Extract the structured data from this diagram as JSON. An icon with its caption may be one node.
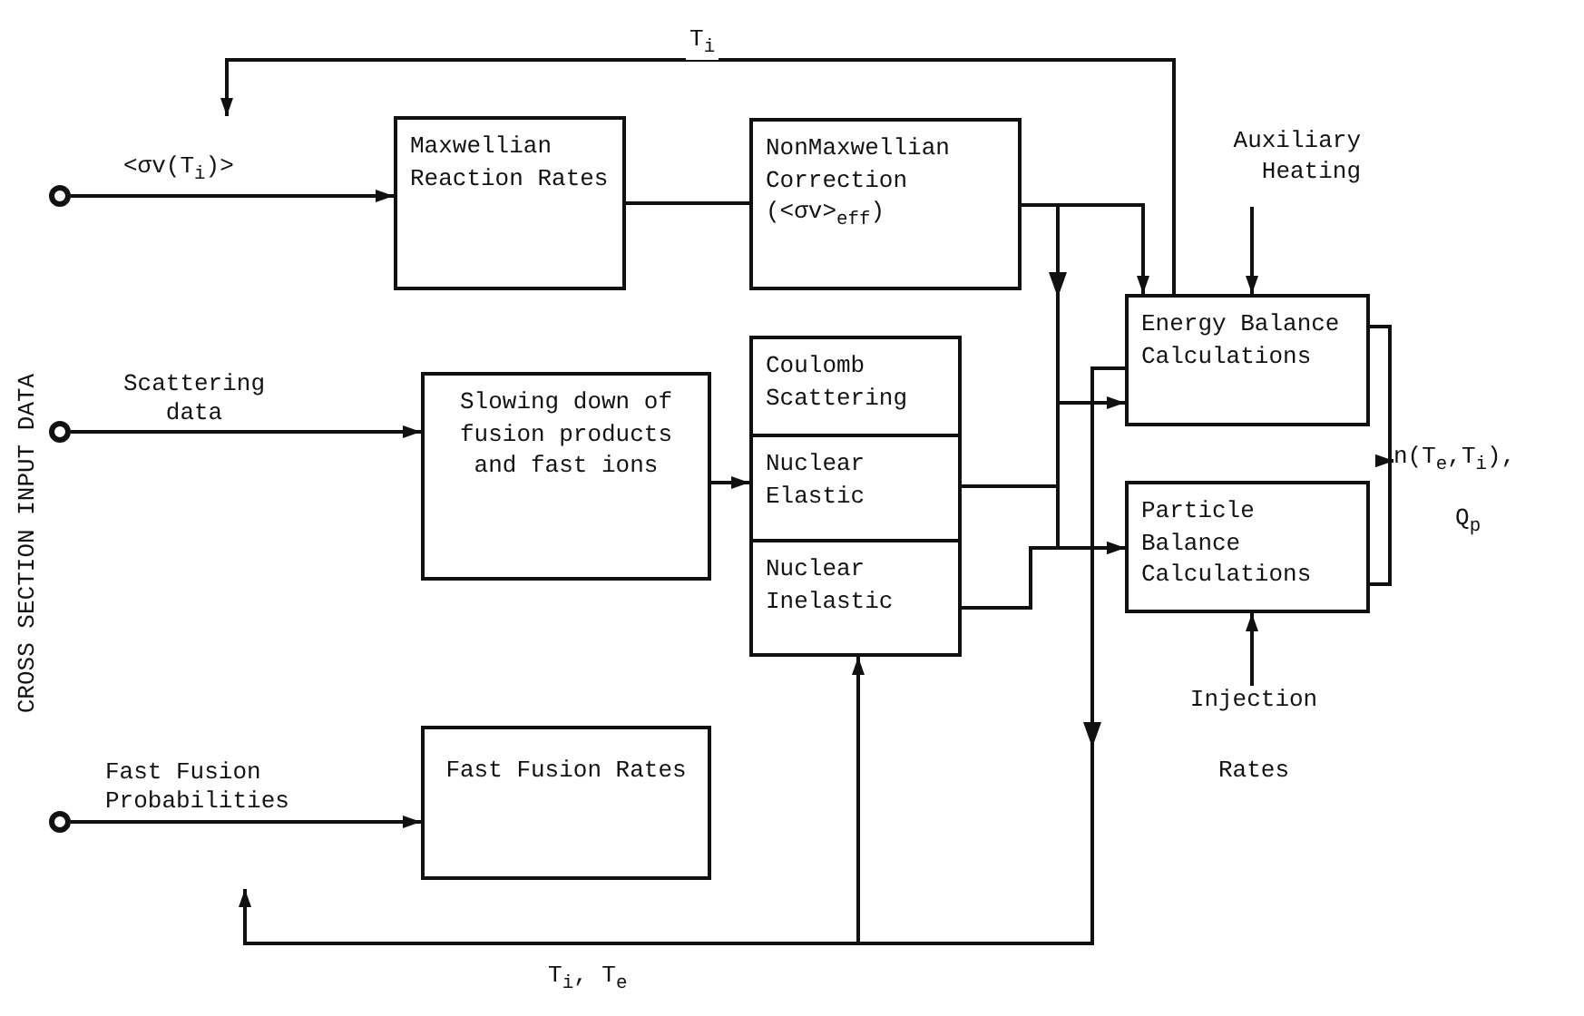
{
  "diagram": {
    "nodes": [
      {
        "text": [],
        "shape": "circle"
      },
      {
        "text": [],
        "shape": "circle"
      },
      {
        "text": [],
        "shape": "circle"
      },
      {
        "text": [
          "Maxwellian Reaction Rates"
        ]
      },
      {
        "text": [
          "NonMaxwellian Correction (<σv>$_{eff}$)"
        ]
      },
      {
        "text": [
          "Slowing down of fusion products and fast ions"
        ]
      },
      {
        "text": [
          "Coulomb Scattering"
        ]
      },
      {
        "text": [
          "Nuclear Elastic"
        ]
      },
      {
        "text": [
          "Nuclear Inelastic"
        ]
      },
      {
        "text": [
          "Energy Balance Calculations"
        ]
      },
      {
        "text": [
          "Particle Balance Calculations"
        ]
      },
      {
        "text": [
          "Fast Fusion Rates"
        ]
      },
      {
        "text": [
          "Auxiliary Heating"
        ]
      },
      {
        "text": [
          "Injection",
          "Rates"
        ]
      },
      {
        "text": [
          "n(T$_{e}$,T$_{i}$),",
          "Q$_{p}$"
        ]
      }
    ],
    "edges": [
      {
        "from": 0,
        "to": 3,
        "arrow": "to",
        "label": "<σv(T$_{i}$)>"
      },
      {
        "from": 1,
        "to": 5,
        "arrow": "to",
        "label": "Scattering data"
      },
      {
        "from": 2,
        "to": 11,
        "arrow": "to",
        "label": "Fast Fusion Probabilities"
      },
      {
        "from": 3,
        "to": 4,
        "arrow": "none"
      },
      {
        "from": 5,
        "to": 7,
        "arrow": "to"
      },
      {
        "from": 4,
        "to": 9,
        "arrow": "to"
      },
      {
        "from": 4,
        "to": 10,
        "arrow": "to"
      },
      {
        "from": 7,
        "to": 9,
        "arrow": "to"
      },
      {
        "from": 8,
        "to": 10,
        "arrow": "to"
      },
      {
        "from": 12,
        "to": 9,
        "arrow": "to"
      },
      {
        "from": 13,
        "to": 10,
        "arrow": "to"
      },
      {
        "from": 9,
        "to": 14,
        "arrow": "to"
      },
      {
        "from": 10,
        "to": 14,
        "arrow": "to"
      },
      {
        "from": 9,
        "to": null,
        "arrow": "to",
        "label": "T$_{i}$"
      },
      {
        "from": 9,
        "to": 8,
        "arrow": "to"
      },
      {
        "from": 9,
        "to": null,
        "arrow": "to",
        "label": "T$_{i}$, T$_{e}$"
      }
    ],
    "labels": [
      "CROSS SECTION INPUT DATA"
    ]
  }
}
